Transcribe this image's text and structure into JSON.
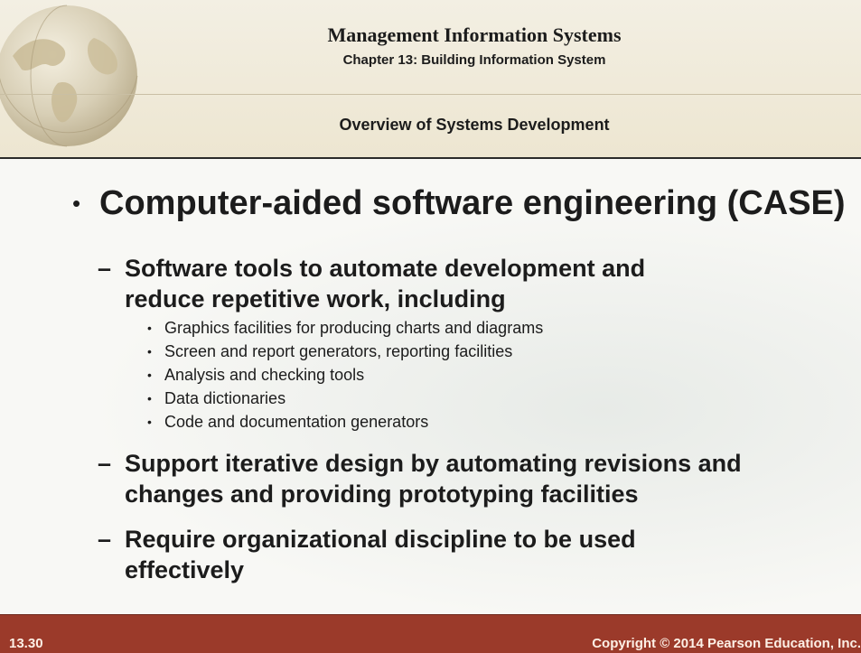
{
  "header": {
    "title": "Management Information Systems",
    "subtitle": "Chapter 13: Building Information System",
    "section": "Overview of Systems Development"
  },
  "content": {
    "main_bullet": "Computer-aided software engineering (CASE)",
    "sub_points": [
      {
        "line1": "Software tools to automate development and",
        "line2": "reduce repetitive work, including"
      },
      {
        "line1": "Support iterative design by automating revisions and",
        "line2": "changes and providing prototyping facilities"
      },
      {
        "line1": "Require organizational discipline to be used",
        "line2": "effectively"
      }
    ],
    "details": [
      "Graphics facilities for producing charts and diagrams",
      "Screen and report generators, reporting facilities",
      "Analysis and checking tools",
      "Data dictionaries",
      "Code and documentation generators"
    ]
  },
  "footer": {
    "slide_number": "13.30",
    "copyright": "Copyright © 2014 Pearson Education, Inc."
  },
  "colors": {
    "footer_bg": "#9b3a2a",
    "header_bg": "#ede6d1",
    "text": "#1c1c1c"
  }
}
